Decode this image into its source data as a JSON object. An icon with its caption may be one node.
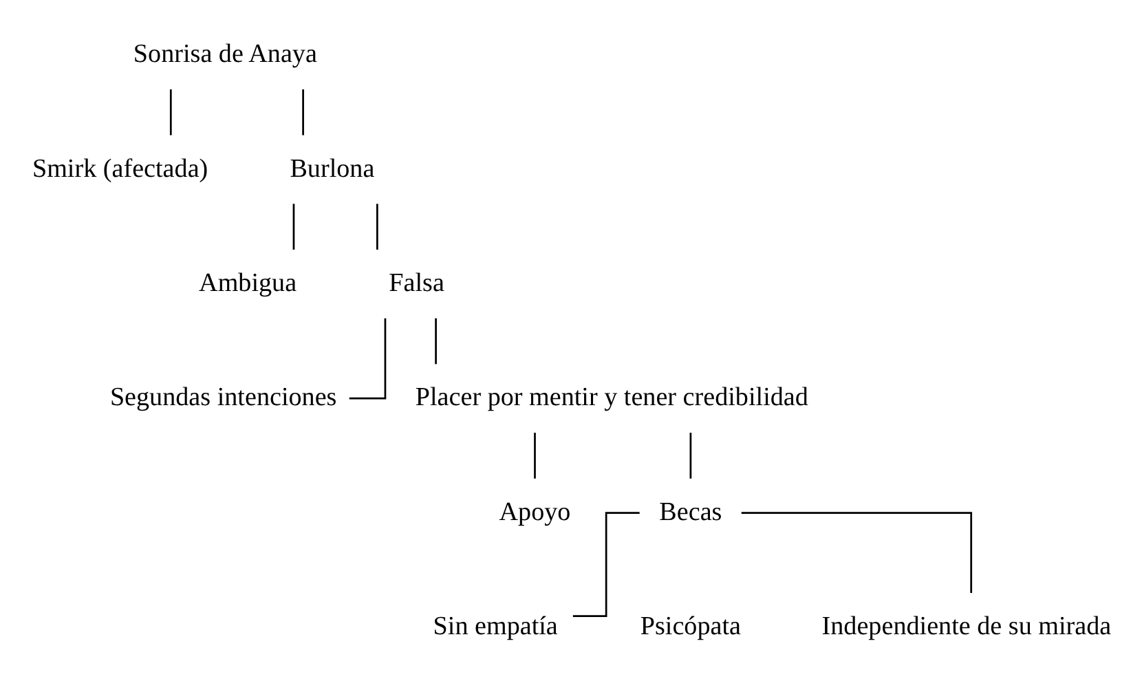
{
  "diagram": {
    "nodes": [
      {
        "text": [
          "Sonrisa de Anaya"
        ]
      },
      {
        "text": [
          "Smirk (afectada)"
        ]
      },
      {
        "text": [
          "Burlona"
        ]
      },
      {
        "text": [
          "Ambigua"
        ]
      },
      {
        "text": [
          "Falsa"
        ]
      },
      {
        "text": [
          "Segundas intenciones"
        ]
      },
      {
        "text": [
          "Placer por mentir y tener credibilidad"
        ]
      },
      {
        "text": [
          "Apoyo"
        ]
      },
      {
        "text": [
          "Becas"
        ]
      },
      {
        "text": [
          "Sin empatía"
        ]
      },
      {
        "text": [
          "Independiente de su mirada"
        ]
      }
    ],
    "edges": [
      {
        "from": 0,
        "to": 1,
        "arrow": "none"
      },
      {
        "from": 0,
        "to": 2,
        "arrow": "none"
      },
      {
        "from": 2,
        "to": 3,
        "arrow": "none"
      },
      {
        "from": 2,
        "to": 4,
        "arrow": "none"
      },
      {
        "from": 4,
        "to": 5,
        "arrow": "none"
      },
      {
        "from": 4,
        "to": 6,
        "arrow": "none"
      },
      {
        "from": 6,
        "to": 7,
        "arrow": "none"
      },
      {
        "from": 6,
        "to": 8,
        "arrow": "none"
      },
      {
        "from": 8,
        "to": 9,
        "arrow": "none"
      },
      {
        "from": 8,
        "to": 10,
        "arrow": "none"
      }
    ],
    "labels": [
      "Psicópata"
    ]
  }
}
